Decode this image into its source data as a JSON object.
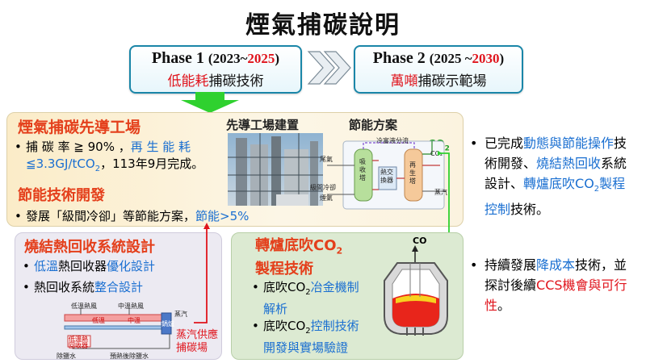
{
  "title": "煙氣捕碳說明",
  "phase1": {
    "label": "Phase 1",
    "year_start": "(2023~",
    "year_end": "2025",
    "year_close": ")",
    "sub_red": "低能耗",
    "sub_rest": "捕碳技術"
  },
  "phase2": {
    "label": "Phase 2",
    "year_start": "(2025 ~",
    "year_end": "2030",
    "year_close": ")",
    "sub_red": "萬噸",
    "sub_rest": "捕碳示範場"
  },
  "pilot": {
    "heading": "煙氣捕碳先導工場",
    "bullet1_a": "捕 碳 率 ≧ 90% ，",
    "bullet1_b": "再 生 能 耗",
    "bullet1_c": "≦3.3GJ/tCO",
    "bullet1_c_sub": "2",
    "bullet1_d": "，113年9月完成。",
    "photo_label": "先導工場建置",
    "scheme_label": "節能方案",
    "energy_heading": "節能技術開發",
    "bullet2_a": "發展「級間冷卻」等節能方案，",
    "bullet2_b": "節能>5%"
  },
  "scheme": {
    "co2": "CO",
    "co2_sub": "2",
    "co2_small": "CO₂",
    "cold_rich": "冷富液分流",
    "tail_gas": "尾氣",
    "absorber": "吸收塔",
    "interstage": "級間冷卻",
    "flue_gas": "煙氣",
    "heat_exchanger": "熱交換器",
    "regenerator": "再生塔",
    "steam": "蒸汽"
  },
  "sinter": {
    "heading": "燒結熱回收系統設計",
    "bullet1_a": "低溫",
    "bullet1_b": "熱回收器",
    "bullet1_c": "優化設計",
    "bullet2_a": "熱回收系統",
    "bullet2_b": "整合設計",
    "lbl_low_wind": "低溫熱風",
    "lbl_mid_wind": "中溫熱風",
    "lbl_low_temp": "低溫",
    "lbl_mid_temp": "中溫",
    "lbl_low_recovery": "低溫熱\n回收器",
    "lbl_steam": "蒸汽",
    "lbl_drum": "鍋爐",
    "lbl_feed": "除鹽水",
    "lbl_preheat": "預熱後除鹽水",
    "steam_supply_1": "蒸汽供應",
    "steam_supply_2": "捕碳場"
  },
  "converter": {
    "heading_1": "轉爐底吹CO",
    "heading_1_sub": "2",
    "heading_2": "製程技術",
    "bullet1_a": "底吹CO",
    "bullet1_sub": "2",
    "bullet1_b": "冶金機制",
    "bullet1_c": "解析",
    "bullet2_a": "底吹CO",
    "bullet2_sub": "2",
    "bullet2_b": "控制技術",
    "bullet2_c": "開發與實場驗證",
    "co_label": "CO"
  },
  "right": {
    "b1_a": "已完成",
    "b1_b": "動態與節能操作",
    "b1_c": "技術開發、",
    "b1_d": "燒結熱回收",
    "b1_e": "系統設計、",
    "b1_f": "轉爐底吹CO",
    "b1_f_sub": "2",
    "b1_g": "製程控制",
    "b1_h": "技術。",
    "b2_a": "持續發展",
    "b2_b": "降成本",
    "b2_c": "技術，並探討後續",
    "b2_d": "CCS機會與可行性",
    "b2_e": "。"
  },
  "colors": {
    "phase_border": "#1a86a8",
    "highlight_red": "#e0141c",
    "highlight_blue": "#1a6fd1",
    "heading_orange": "#e43f1b",
    "pilot_bg": "#fbf3df",
    "sinter_bg": "#ecebf3",
    "converter_bg": "#dcebd3",
    "arrow_green": "#33cc33"
  }
}
